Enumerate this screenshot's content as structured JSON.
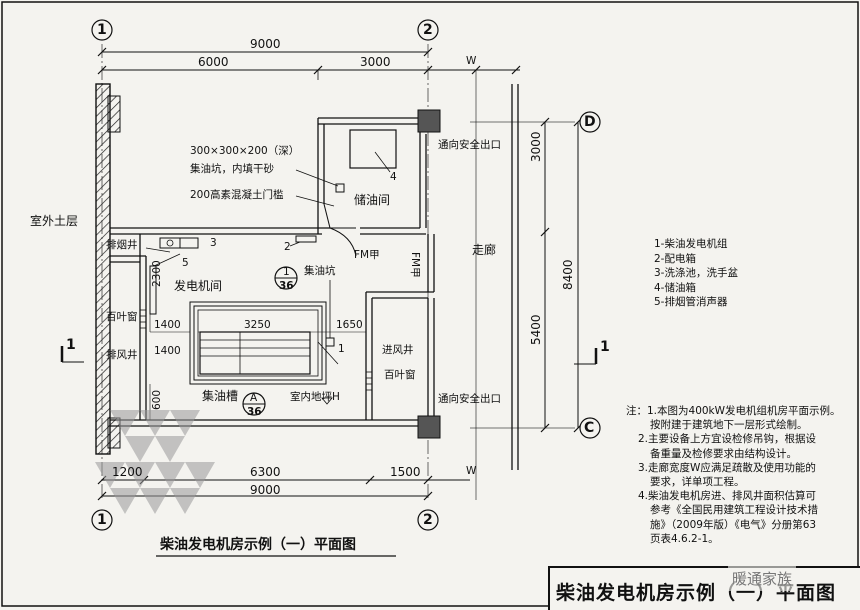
{
  "axes": {
    "a1": "1",
    "a2": "2",
    "aD": "D",
    "aC": "C"
  },
  "dims": {
    "top_total": "9000",
    "top_left": "6000",
    "top_right": "3000",
    "w_top": "W",
    "right_upper": "3000",
    "right_lower": "5400",
    "right_total": "8400",
    "d2300": "2300",
    "d1400a": "1400",
    "d1400b": "1400",
    "d3250": "3250",
    "d1650": "1650",
    "d600": "600",
    "bot_1200": "1200",
    "bot_6300": "6300",
    "bot_1500": "1500",
    "bot_total": "9000",
    "w_bot": "W"
  },
  "labels": {
    "outside_soil": "室外土层",
    "pit_spec": "300×300×200（深）",
    "pit_desc": "集油坑，内填干砂",
    "threshold": "200高素混凝土门槛",
    "oil_room": "储油间",
    "safe_exit_top": "通向安全出口",
    "safe_exit_bottom": "通向安全出口",
    "corridor": "走廊",
    "fm_a": "FM甲",
    "fm_b": "FM甲",
    "smoke_shaft": "排烟井",
    "gen_room": "发电机间",
    "louver_left": "百叶窗",
    "exhaust_shaft": "排风井",
    "sump_pit": "集油坑",
    "intake_shaft": "进风井",
    "louver_right": "百叶窗",
    "oil_trough": "集油槽",
    "floor_level": "室内地坪H",
    "det1_top": "1",
    "det1_bot": "36",
    "detA_top": "A",
    "detA_bot": "36",
    "sec_left": "1",
    "sec_right": "1",
    "n1": "1",
    "n2": "2",
    "n3": "3",
    "n4": "4",
    "n5": "5"
  },
  "legend": [
    "1-柴油发电机组",
    "2-配电箱",
    "3-洗涤池，洗手盆",
    "4-储油箱",
    "5-排烟管消声器"
  ],
  "notes": [
    "注：1.本图为400kW发电机组机房平面示例。",
    "按附建于建筑地下一层形式绘制。",
    "2.主要设备上方宜设检修吊钩，根据设",
    "备重量及检修要求由结构设计。",
    "3.走廊宽度W应满足疏散及使用功能的",
    "要求，详单项工程。",
    "4.柴油发电机房进、排风井面积估算可",
    "参考《全国民用建筑工程设计技术措",
    "施》（2009年版）《电气》分册第63",
    "页表4.6.2-1。"
  ],
  "caption": "柴油发电机房示例（一）平面图",
  "title_block": "柴油发电机房示例（一）平面图",
  "watermark": "暖通家族"
}
